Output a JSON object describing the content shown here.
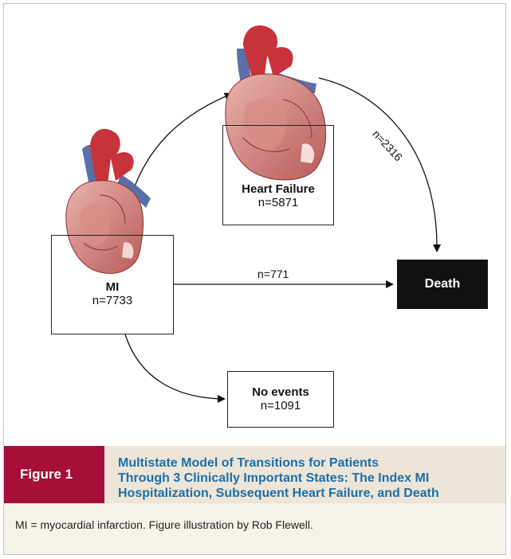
{
  "diagram": {
    "nodes": {
      "mi": {
        "title": "MI",
        "count": "n=7733"
      },
      "heart_failure": {
        "title": "Heart Failure",
        "count": "n=5871"
      },
      "death": {
        "title": "Death"
      },
      "no_events": {
        "title": "No events",
        "count": "n=1091"
      }
    },
    "edges": {
      "hf_to_death": "n=2316",
      "mi_to_death": "n=771"
    },
    "colors": {
      "heart_red": "#c8323a",
      "heart_blue": "#5a6fa8",
      "heart_muscle": "#e3a39c",
      "death_box": "#111111"
    }
  },
  "caption": {
    "figure_label": "Figure 1",
    "title": "Multistate Model of Transitions for Patients\nThrough 3 Clinically Important States: The Index MI\nHospitalization, Subsequent Heart Failure, and Death",
    "footnote": "MI = myocardial infarction. Figure illustration by Rob Flewell.",
    "colors": {
      "tag": "#a50f3a",
      "title": "#1d6fa8",
      "bar": "#ece5d8"
    }
  }
}
